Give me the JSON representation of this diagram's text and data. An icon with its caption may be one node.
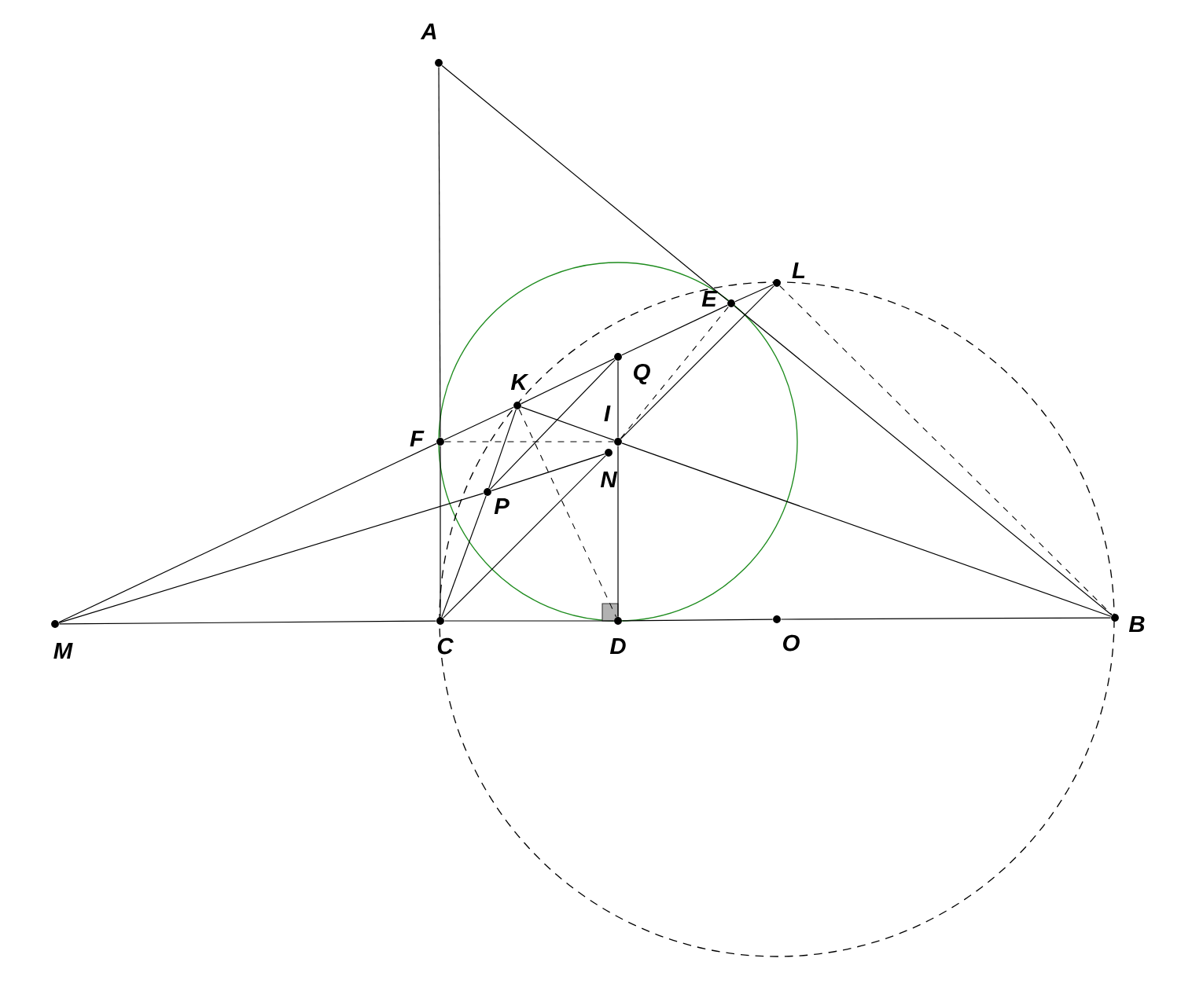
{
  "diagram": {
    "nodes": [
      {
        "text": [
          "A"
        ]
      },
      {
        "text": [
          "L"
        ]
      },
      {
        "text": [
          "E"
        ]
      },
      {
        "text": [
          "K"
        ]
      },
      {
        "text": [
          "Q"
        ]
      },
      {
        "text": [
          "F"
        ]
      },
      {
        "text": [
          "I"
        ]
      },
      {
        "text": [
          "N"
        ]
      },
      {
        "text": [
          "P"
        ]
      },
      {
        "text": [
          "M"
        ]
      },
      {
        "text": [
          "C"
        ]
      },
      {
        "text": [
          "D"
        ]
      },
      {
        "text": [
          "O"
        ]
      },
      {
        "text": [
          "B"
        ]
      }
    ],
    "edges": [
      {
        "from": 0,
        "to": 5,
        "arrow": "none"
      },
      {
        "from": 5,
        "to": 10,
        "arrow": "none"
      },
      {
        "from": 0,
        "to": 2,
        "arrow": "none"
      },
      {
        "from": 2,
        "to": 13,
        "arrow": "none"
      },
      {
        "from": 9,
        "to": 10,
        "arrow": "none"
      },
      {
        "from": 10,
        "to": 11,
        "arrow": "none"
      },
      {
        "from": 11,
        "to": 12,
        "arrow": "none"
      },
      {
        "from": 12,
        "to": 13,
        "arrow": "none"
      },
      {
        "from": 9,
        "to": 5,
        "arrow": "none"
      },
      {
        "from": 5,
        "to": 3,
        "arrow": "none"
      },
      {
        "from": 3,
        "to": 4,
        "arrow": "none"
      },
      {
        "from": 4,
        "to": 2,
        "arrow": "none"
      },
      {
        "from": 2,
        "to": 1,
        "arrow": "none"
      },
      {
        "from": 9,
        "to": 8,
        "arrow": "none"
      },
      {
        "from": 8,
        "to": 7,
        "arrow": "none"
      },
      {
        "from": 3,
        "to": 6,
        "arrow": "none"
      },
      {
        "from": 6,
        "to": 13,
        "arrow": "none"
      },
      {
        "from": 4,
        "to": 6,
        "arrow": "none"
      },
      {
        "from": 6,
        "to": 11,
        "arrow": "none"
      },
      {
        "from": 10,
        "to": 8,
        "arrow": "none"
      },
      {
        "from": 8,
        "to": 3,
        "arrow": "none"
      },
      {
        "from": 10,
        "to": 7,
        "arrow": "none"
      },
      {
        "from": 6,
        "to": 1,
        "arrow": "none"
      },
      {
        "from": 8,
        "to": 4,
        "arrow": "none"
      },
      {
        "from": 5,
        "to": 6,
        "arrow": "none",
        "style": "dashed"
      },
      {
        "from": 6,
        "to": 2,
        "arrow": "none",
        "style": "dashed"
      },
      {
        "from": 3,
        "to": 11,
        "arrow": "none",
        "style": "dashed"
      },
      {
        "from": 1,
        "to": 13,
        "arrow": "none",
        "style": "dashed"
      }
    ]
  }
}
